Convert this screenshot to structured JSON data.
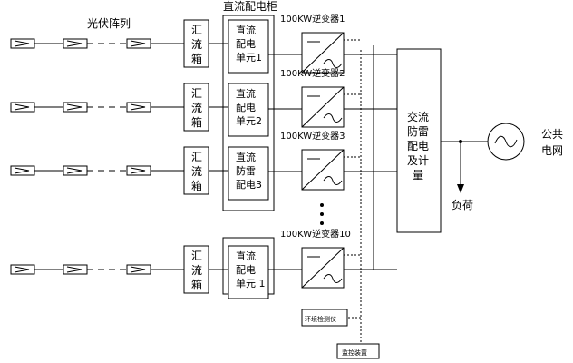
{
  "labels": {
    "pv_array": "光伏阵列",
    "dc_cabinet": "直流配电柜",
    "public_grid_1": "公共",
    "public_grid_2": "电网",
    "load": "负荷",
    "ac_panel": [
      "交流",
      "防雷",
      "配电",
      "及计",
      "量"
    ],
    "env_monitor": "环境检测仪",
    "monitor_device": "监控装置"
  },
  "rows": [
    {
      "combiner": [
        "汇",
        "流",
        "箱"
      ],
      "dc_unit": [
        "直流",
        "配电",
        "单元1"
      ],
      "inverter": "100KW逆变器1"
    },
    {
      "combiner": [
        "汇",
        "流",
        "箱"
      ],
      "dc_unit": [
        "直流",
        "配电",
        "单元2"
      ],
      "inverter": "100KW逆变器2"
    },
    {
      "combiner": [
        "汇",
        "流",
        "箱"
      ],
      "dc_unit": [
        "直流",
        "防雷",
        "配电3"
      ],
      "inverter": "100KW逆变器3"
    },
    {
      "combiner": [
        "汇",
        "流",
        "箱"
      ],
      "dc_unit": [
        "直流",
        "配电",
        "单元 1"
      ],
      "inverter": "100KW逆变器10"
    }
  ],
  "colors": {
    "line": "#000000",
    "background": "#ffffff"
  }
}
